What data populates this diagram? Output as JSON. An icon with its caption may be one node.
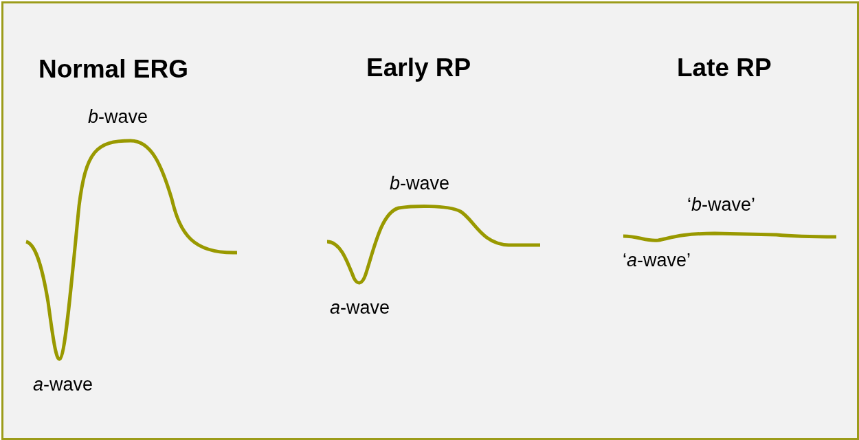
{
  "diagram": {
    "labels": [
      "Normal ERG",
      "*b*-wave",
      "*a*-wave",
      "Early RP",
      "*b*-wave",
      "*a*-wave",
      "Late RP",
      "‘*b*-wave’",
      "‘*a*-wave’"
    ]
  }
}
